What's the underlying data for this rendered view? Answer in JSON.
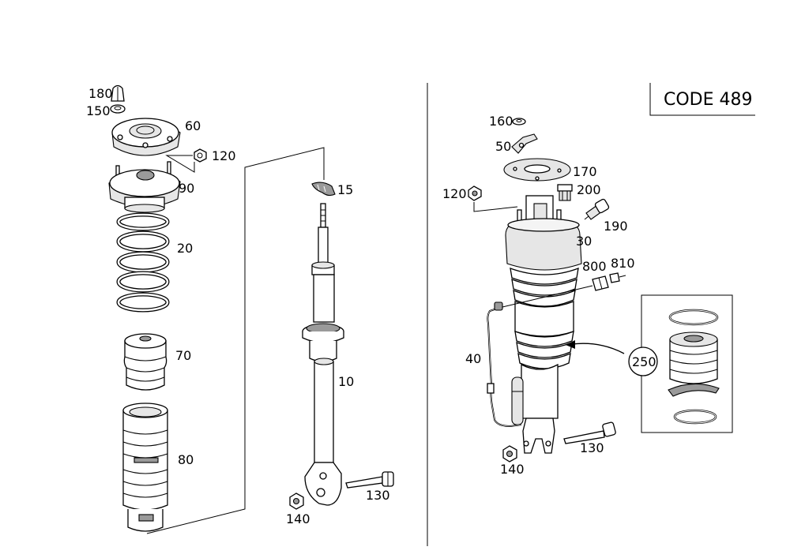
{
  "code_box": "CODE 489",
  "labels": {
    "l180": "180",
    "l150": "150",
    "l60": "60",
    "l120a": "120",
    "l90": "90",
    "l20": "20",
    "l70": "70",
    "l80": "80",
    "l15": "15",
    "l10": "10",
    "l140a": "140",
    "l130a": "130",
    "l160": "160",
    "l50": "50",
    "l170": "170",
    "l120b": "120",
    "l200": "200",
    "l190": "190",
    "l30": "30",
    "l800": "800",
    "l810": "810",
    "l40": "40",
    "l250": "250",
    "l130b": "130",
    "l140b": "140"
  },
  "colors": {
    "line": "#000000",
    "background": "#ffffff",
    "shade": "#e6e6e6"
  }
}
